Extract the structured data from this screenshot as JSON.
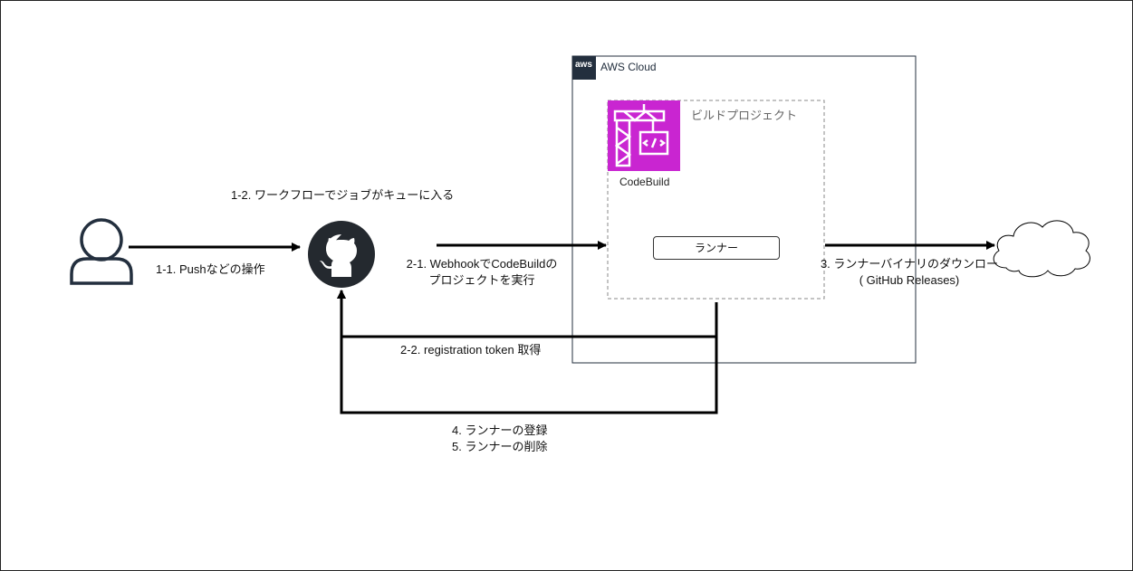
{
  "aws_group": {
    "title": "AWS Cloud",
    "logo_text": "aws"
  },
  "build_project_group": {
    "title": "ビルドプロジェクト"
  },
  "codebuild": {
    "label": "CodeBuild"
  },
  "runner": {
    "label": "ランナー"
  },
  "labels": {
    "step_1_1": "1-1. Pushなどの操作",
    "step_1_2": "1-2. ワークフローでジョブがキューに入る",
    "step_2_1_line1": "2-1. WebhookでCodeBuildの",
    "step_2_1_line2": "プロジェクトを実行",
    "step_2_2": "2-2. registration token 取得",
    "step_3_line1": "3. ランナーバイナリのダウンロー",
    "step_3_line2": "( GitHub Releases)",
    "step_4": "4. ランナーの登録",
    "step_5": "5. ランナーの削除"
  },
  "icons": {
    "user": "user-icon",
    "github": "github-icon",
    "codebuild": "codebuild-icon",
    "cloud": "cloud-icon",
    "aws": "aws-logo-icon"
  },
  "colors": {
    "codebuild_bg": "#c925d1",
    "aws_logo_bg": "#232f3e",
    "github_bg": "#24292f",
    "stroke": "#000000"
  }
}
